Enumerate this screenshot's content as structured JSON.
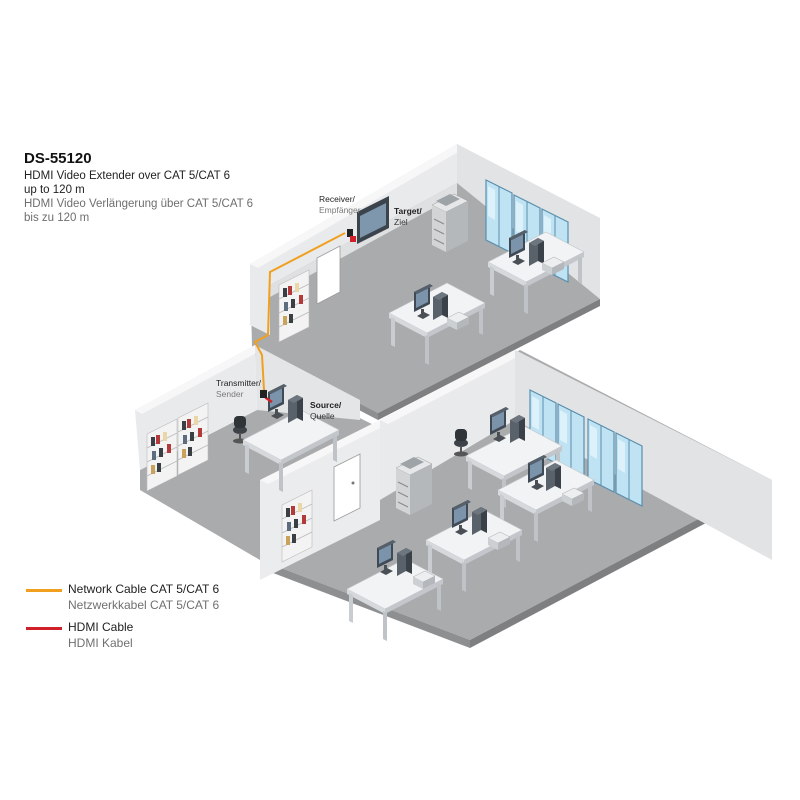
{
  "header": {
    "model": "DS-55120",
    "line_en_1": "HDMI Video Extender over CAT 5/CAT 6",
    "line_en_2": "up to 120 m",
    "line_de_1": "HDMI Video Verlängerung über CAT 5/CAT 6",
    "line_de_2": "bis zu 120 m"
  },
  "labels": {
    "receiver_en": "Receiver/",
    "receiver_de": "Empfänger",
    "target_en": "Target/",
    "target_de": "Ziel",
    "transmitter_en": "Transmitter/",
    "transmitter_de": "Sender",
    "source_en": "Source/",
    "source_de": "Quelle"
  },
  "legend": {
    "network_en": "Network Cable CAT 5/CAT 6",
    "network_de": "Netzwerkkabel CAT 5/CAT 6",
    "network_color": "#f0a01e",
    "hdmi_en": "HDMI Cable",
    "hdmi_de": "HDMI Kabel",
    "hdmi_color": "#d0202a"
  }
}
